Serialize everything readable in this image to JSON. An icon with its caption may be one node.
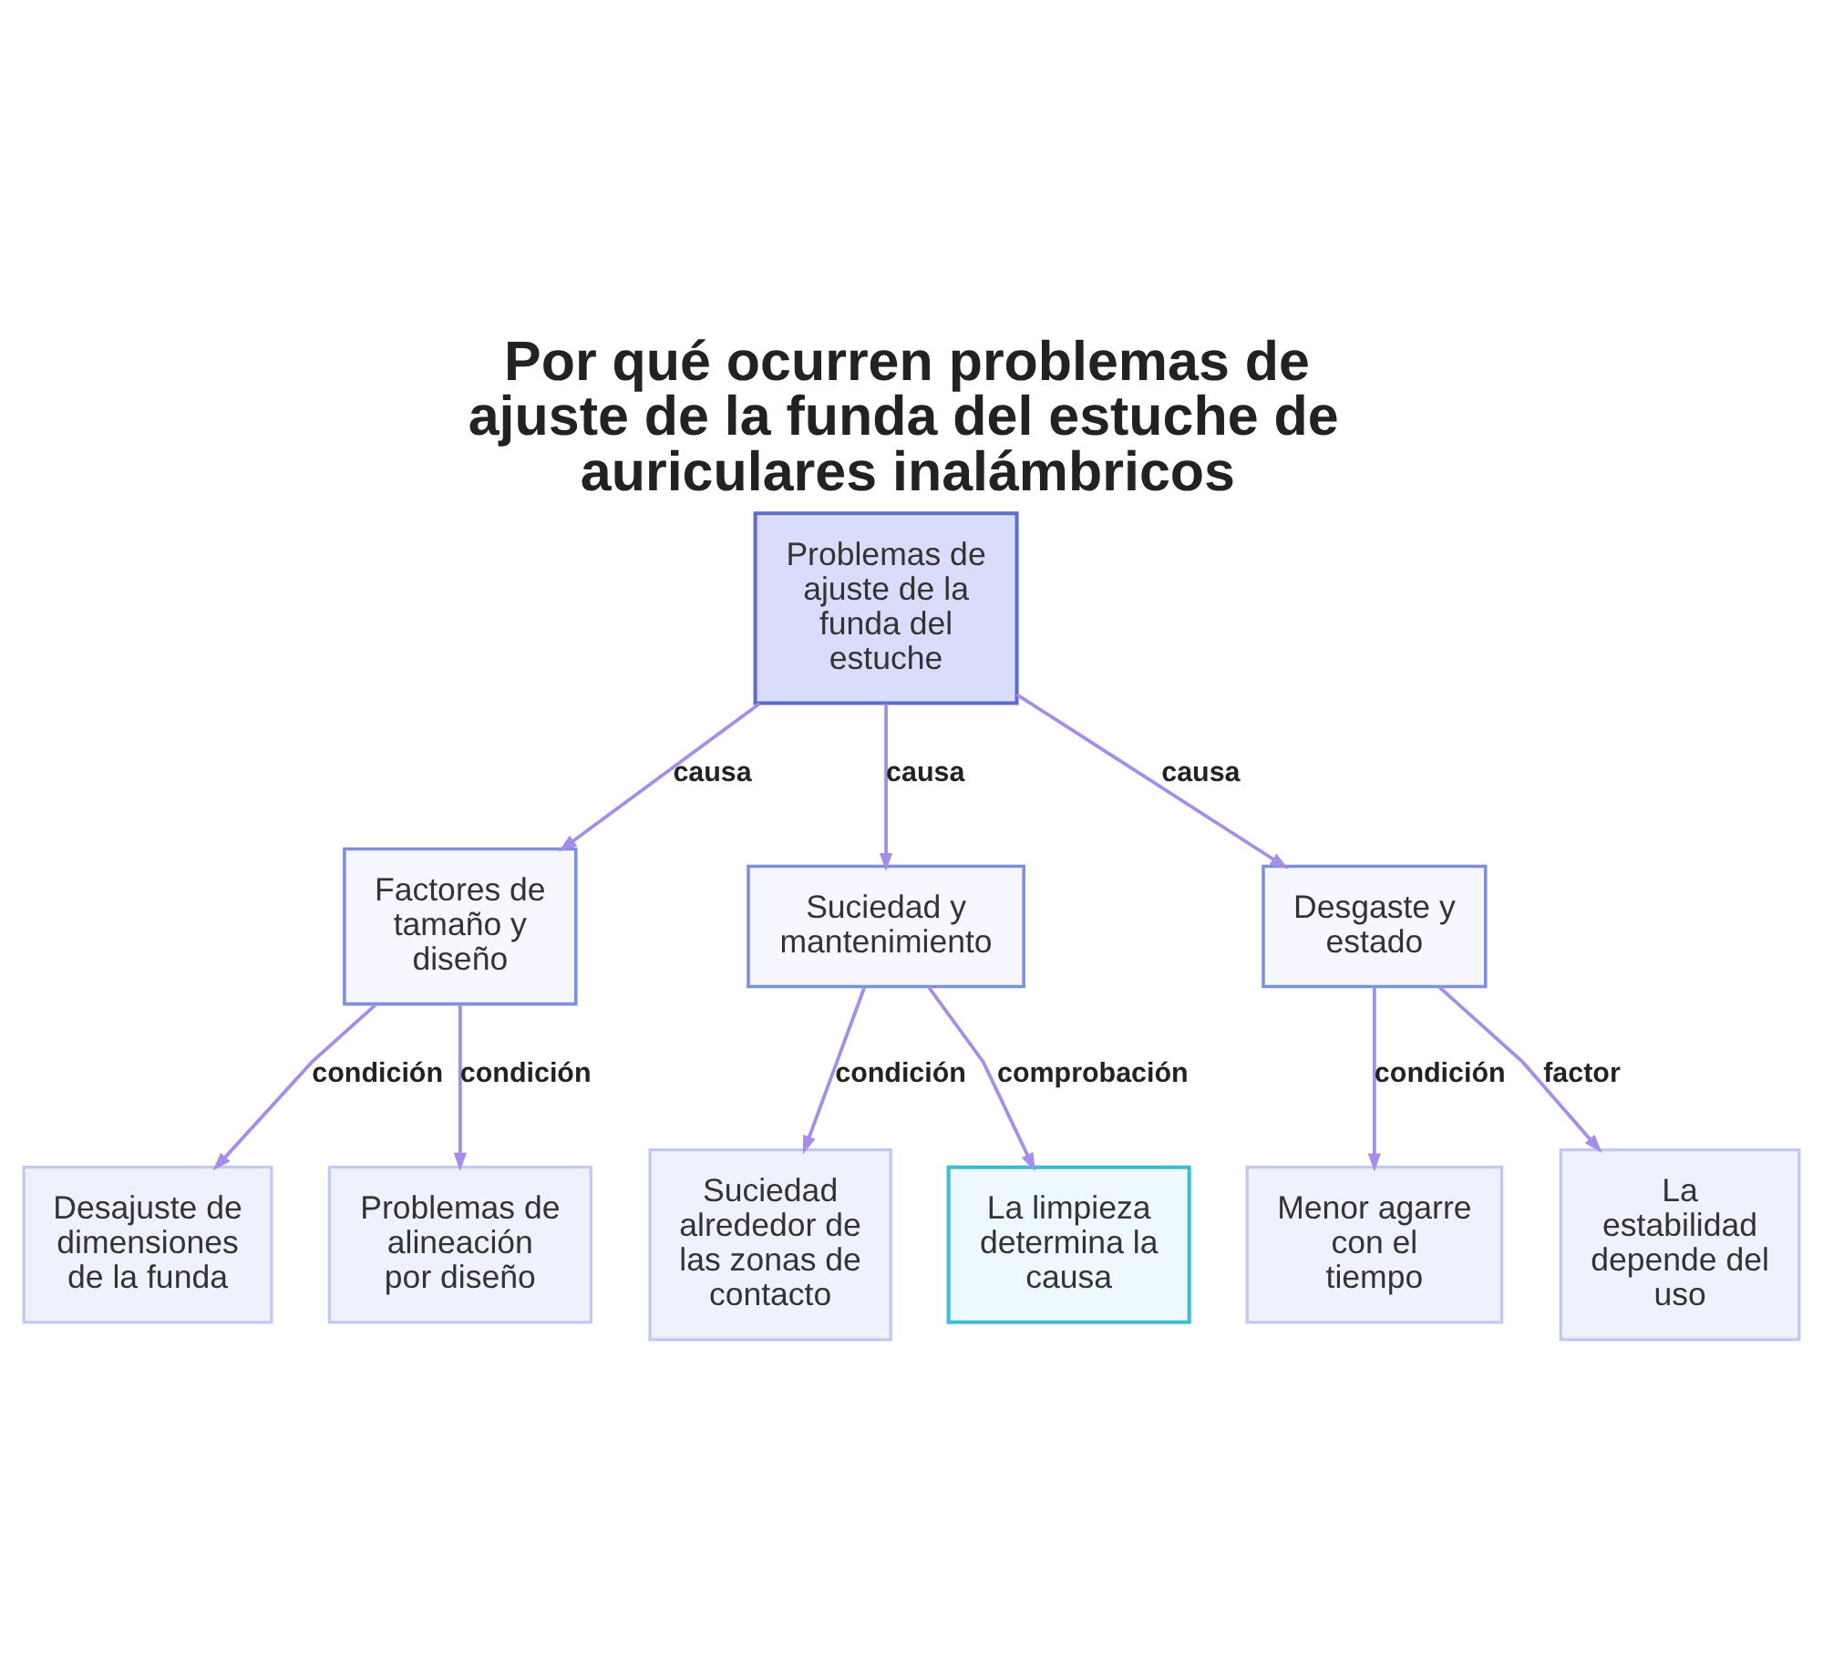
{
  "diagram": {
    "title": "Por qué ocurren problemas de ajuste de la funda del estuche de auriculares inalámbricos",
    "nodes": [
      {
        "text": [
          "Problemas de ajuste de la funda del estuche"
        ]
      },
      {
        "text": [
          "Factores de tamaño y diseño"
        ]
      },
      {
        "text": [
          "Suciedad y mantenimiento"
        ]
      },
      {
        "text": [
          "Desgaste y estado"
        ]
      },
      {
        "text": [
          "Desajuste de dimensiones de la funda"
        ]
      },
      {
        "text": [
          "Problemas de alineación por diseño"
        ]
      },
      {
        "text": [
          "Suciedad alrededor de las zonas de contacto"
        ]
      },
      {
        "text": [
          "La limpieza determina la causa"
        ]
      },
      {
        "text": [
          "Menor agarre con el tiempo"
        ]
      },
      {
        "text": [
          "La estabilidad depende del uso"
        ]
      }
    ],
    "edges": [
      {
        "from": 0,
        "to": 1,
        "arrow": "to",
        "label": "causa"
      },
      {
        "from": 0,
        "to": 2,
        "arrow": "to",
        "label": "causa"
      },
      {
        "from": 0,
        "to": 3,
        "arrow": "to",
        "label": "causa"
      },
      {
        "from": 1,
        "to": 4,
        "arrow": "to",
        "label": "condición"
      },
      {
        "from": 1,
        "to": 5,
        "arrow": "to",
        "label": "condición"
      },
      {
        "from": 2,
        "to": 6,
        "arrow": "to",
        "label": "condición"
      },
      {
        "from": 2,
        "to": 7,
        "arrow": "to",
        "label": "comprobación"
      },
      {
        "from": 3,
        "to": 8,
        "arrow": "to",
        "label": "condición"
      },
      {
        "from": 3,
        "to": 9,
        "arrow": "to",
        "label": "factor"
      }
    ]
  }
}
